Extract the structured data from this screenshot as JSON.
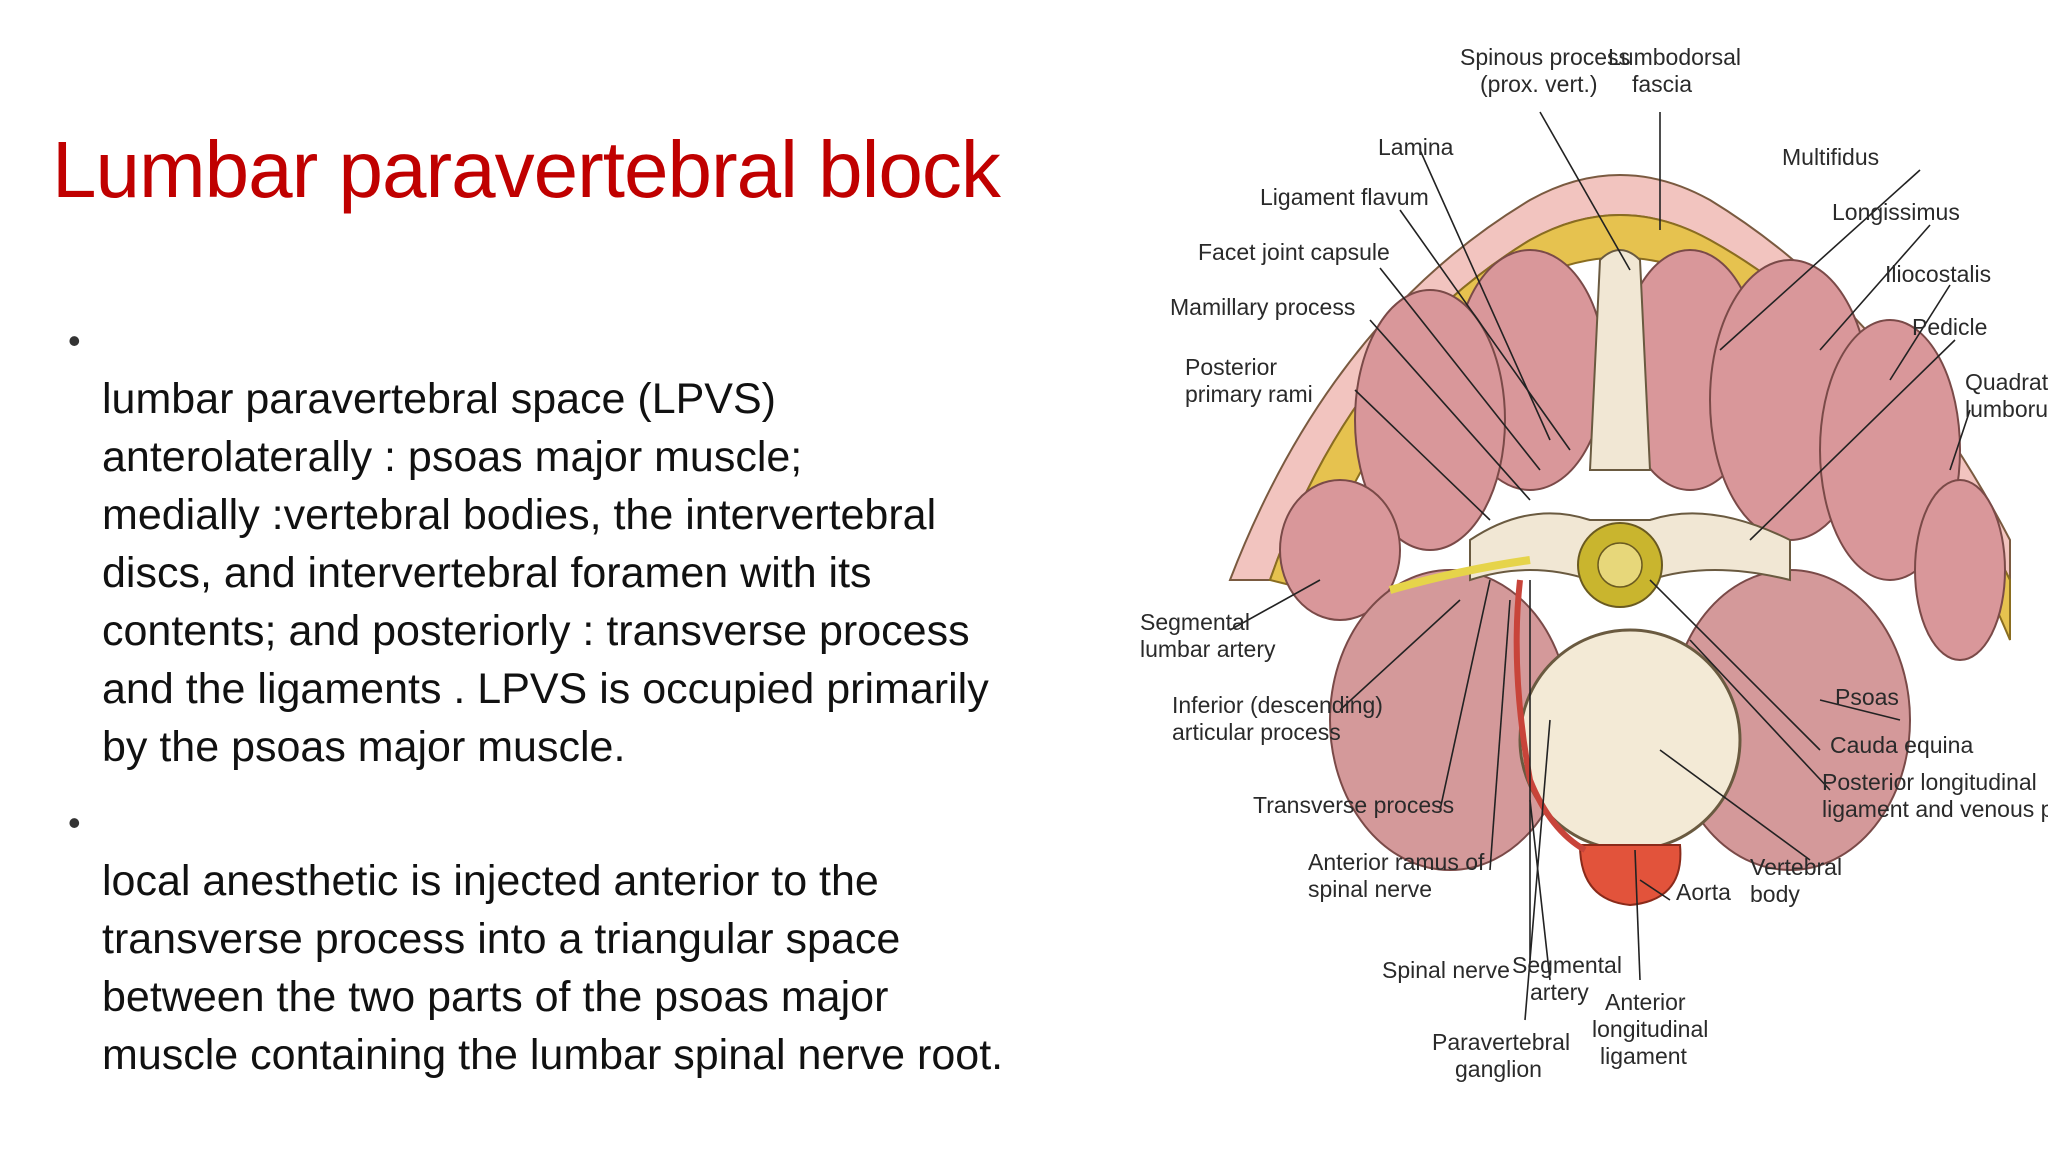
{
  "slide": {
    "title": "Lumbar paravertebral block",
    "bullets": [
      "lumbar paravertebral space (LPVS)\nanterolaterally : psoas major muscle;\nmedially :vertebral bodies, the intervertebral\ndiscs, and  intervertebral foramen with its\ncontents; and posteriorly : transverse process\nand the ligaments . LPVS is occupied primarily\nby the psoas major muscle.",
      " local anesthetic is injected anterior to the\ntransverse process into a triangular space\nbetween the two parts of the psoas major\nmuscle containing the lumbar spinal nerve root."
    ]
  },
  "diagram": {
    "labels": {
      "spinous_1": "Spinous process",
      "spinous_2": "(prox. vert.)",
      "lumbodorsal_1": "Lumbodorsal",
      "lumbodorsal_2": "fascia",
      "lamina": "Lamina",
      "multifidus": "Multifidus",
      "ligament_flavum": "Ligament flavum",
      "longissimus": "Longissimus",
      "facet": "Facet joint capsule",
      "iliocostalis": "Iliocostalis",
      "mamillary": "Mamillary process",
      "pedicle": "Pedicle",
      "posterior_rami_1": "Posterior",
      "posterior_rami_2": "primary rami",
      "quadratus_1": "Quadratus",
      "quadratus_2": "lumborum",
      "segmental_lumbar_1": "Segmental",
      "segmental_lumbar_2": "lumbar artery",
      "inferior_1": "Inferior (descending)",
      "inferior_2": "articular process",
      "psoas": "Psoas",
      "cauda": "Cauda equina",
      "pll_1": "Posterior longitudinal",
      "pll_2": "ligament and venous plexus",
      "transverse": "Transverse process",
      "anterior_ramus_1": "Anterior ramus of",
      "anterior_ramus_2": "spinal nerve",
      "vertebral_1": "Vertebral",
      "vertebral_2": "body",
      "aorta": "Aorta",
      "spinal_nerve": "Spinal nerve",
      "segmental_artery_1": "Segmental",
      "segmental_artery_2": "artery",
      "all_1": "Anterior",
      "all_2": "longitudinal",
      "all_3": "ligament",
      "ganglion_1": "Paravertebral",
      "ganglion_2": "ganglion"
    }
  }
}
